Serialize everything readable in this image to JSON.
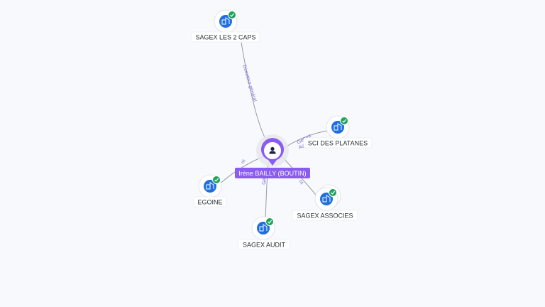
{
  "person": {
    "label": "Irène BAILLY (BOUTIN)",
    "icon": "user-icon",
    "color": "#8a5cf0"
  },
  "companies": [
    {
      "id": "sagex-les-2-caps",
      "label": "SAGEX LES 2 CAPS",
      "icon": "building-icon",
      "verified": true
    },
    {
      "id": "sci-des-platanes",
      "label": "SCI DES PLATANES",
      "icon": "building-icon",
      "verified": true
    },
    {
      "id": "sagex-associes",
      "label": "SAGEX ASSOCIES",
      "icon": "building-icon",
      "verified": true
    },
    {
      "id": "sagex-audit",
      "label": "SAGEX AUDIT",
      "icon": "building-icon",
      "verified": true
    },
    {
      "id": "egoine",
      "label": "EGOINE",
      "icon": "building-icon",
      "verified": true
    }
  ],
  "relations": [
    {
      "to": "sagex-les-2-caps",
      "label": "Directeur général"
    },
    {
      "to": "sci-des-platanes",
      "label": "Gérant"
    },
    {
      "to": "sci-des-platanes",
      "label": "As"
    },
    {
      "to": "sagex-associes",
      "label": "nt"
    },
    {
      "to": "sagex-audit",
      "label": "Gérant"
    },
    {
      "to": "egoine",
      "label": "nt"
    }
  ],
  "colors": {
    "company_icon": "#1f6fe0",
    "verified_badge": "#1fa45a",
    "edge_label": "#7a6cd9",
    "background": "#f8f9fc"
  }
}
